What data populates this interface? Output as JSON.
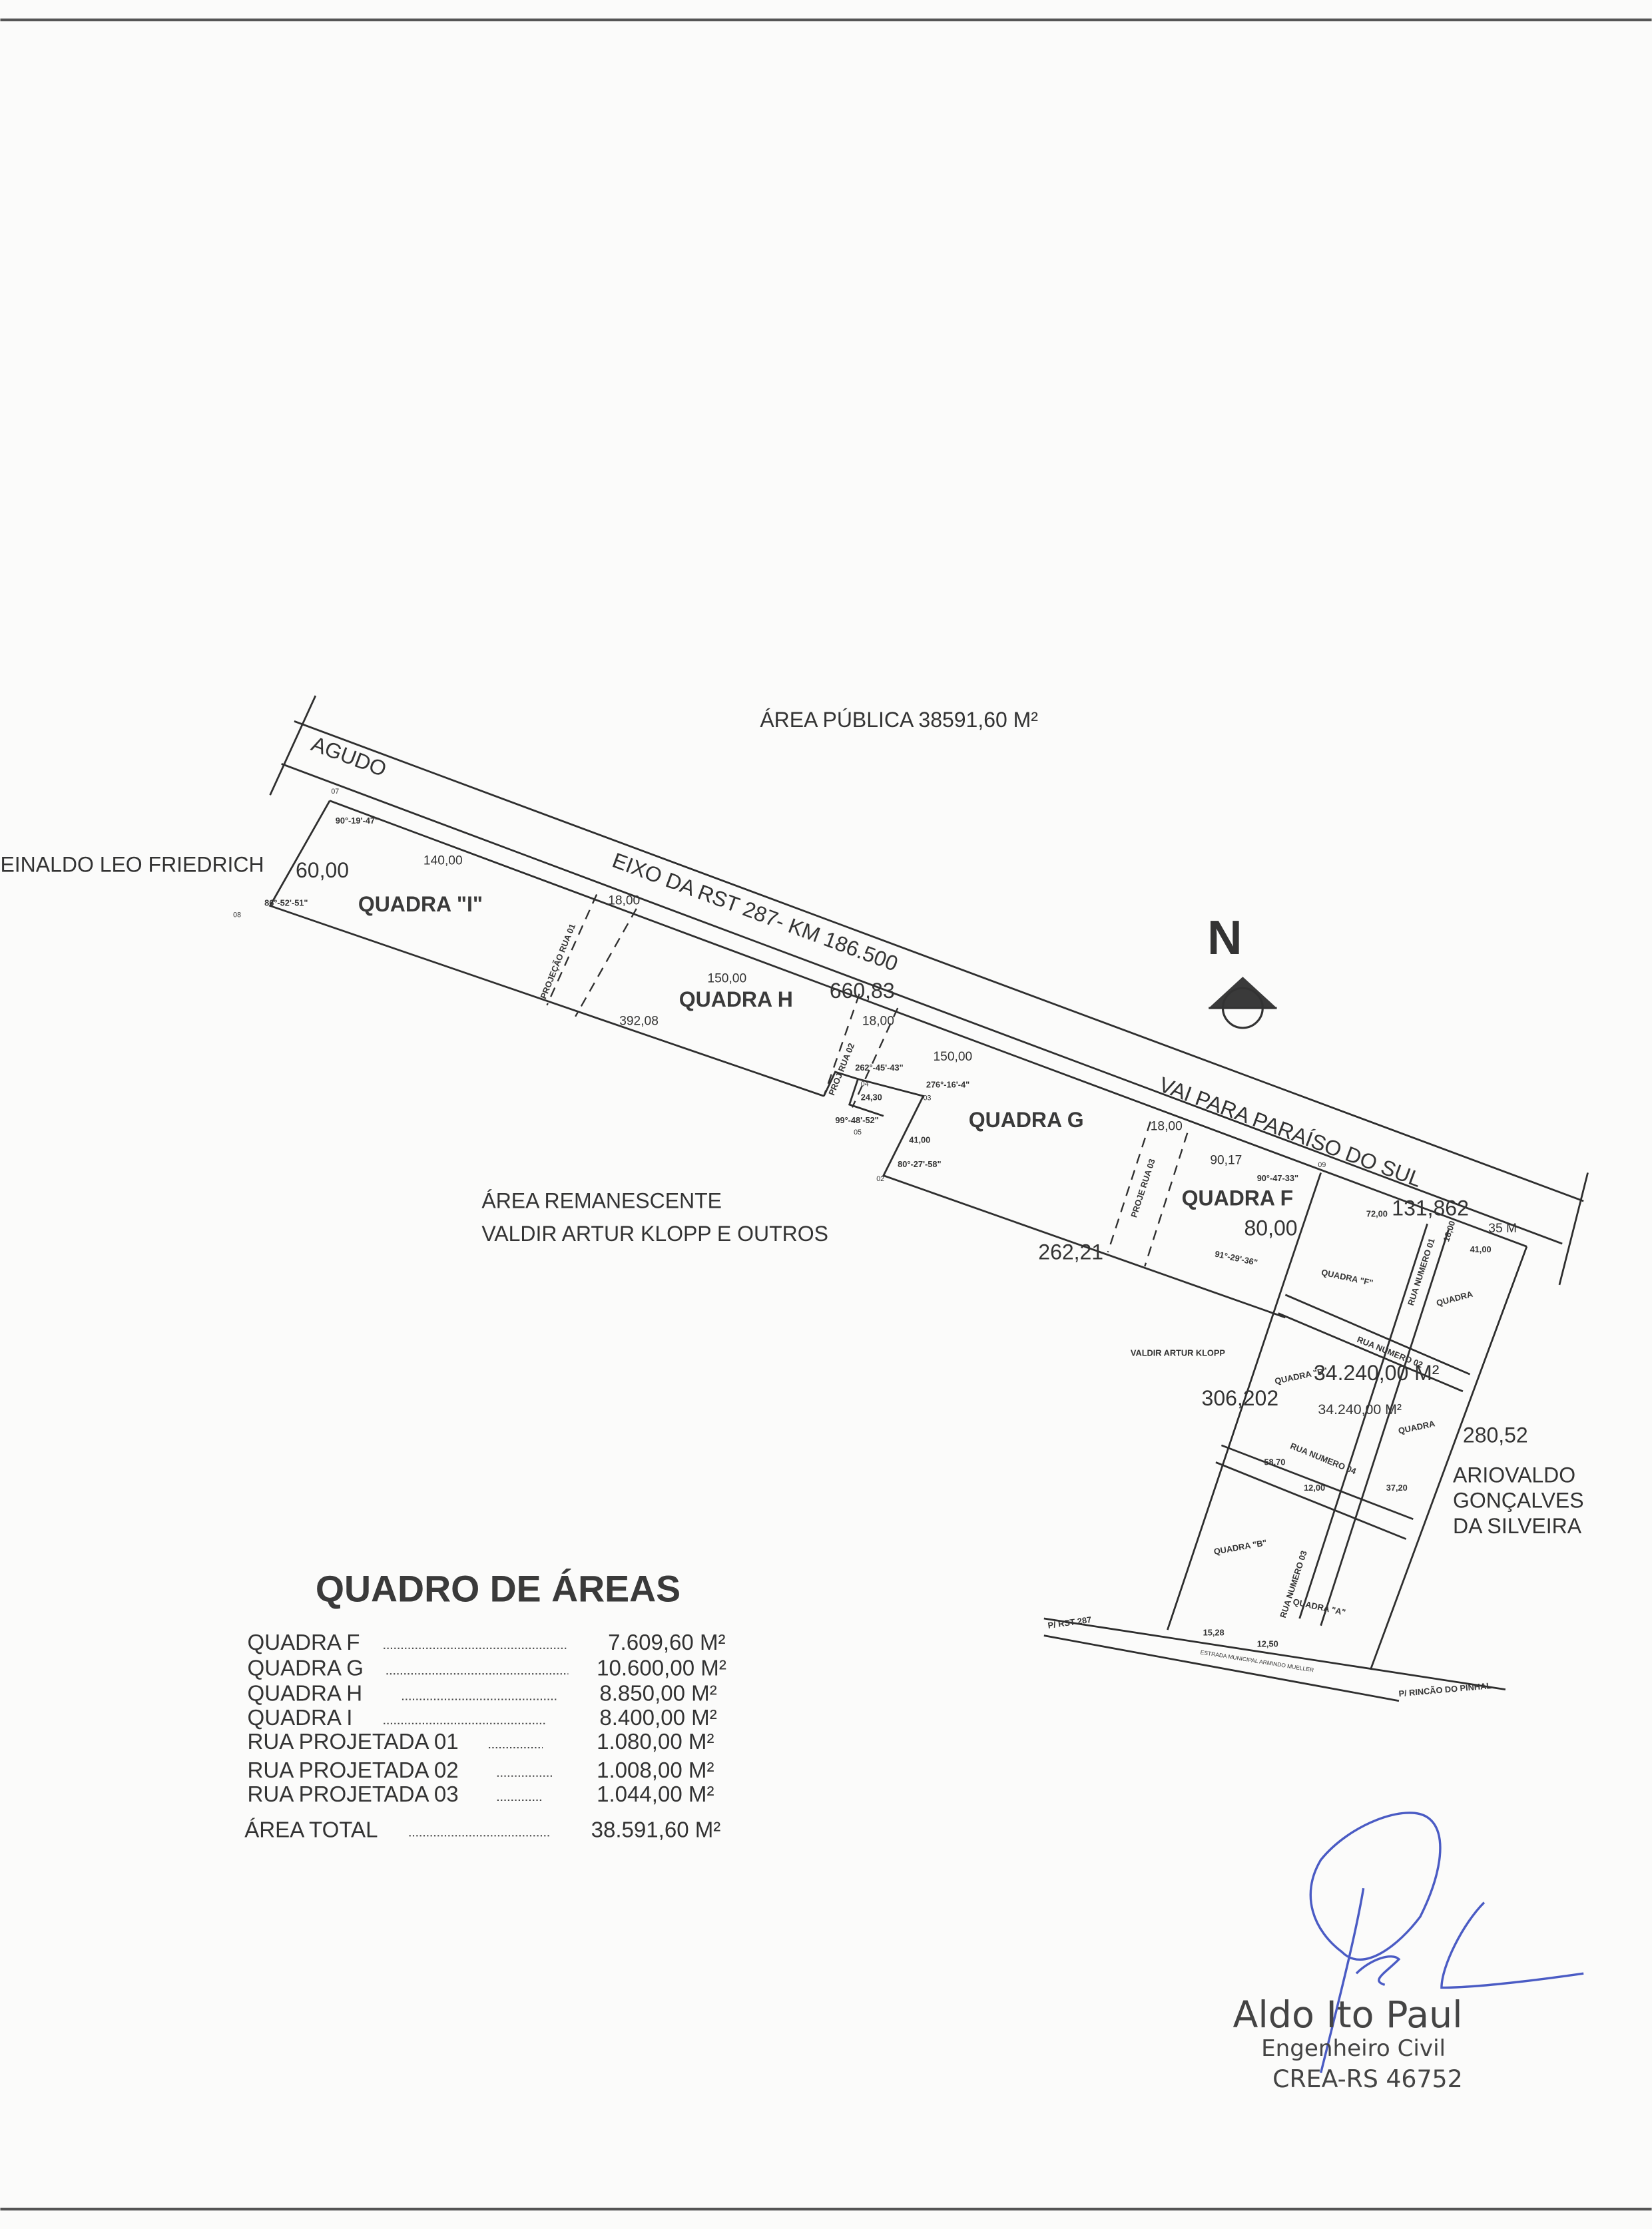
{
  "header": {
    "public_area": "ÁREA PÚBLICA 38591,60 M²"
  },
  "road": {
    "to_left": "AGUDO",
    "axis": "EIXO DA RST 287- KM 186.500",
    "to_right": "VAI PARA PARAÍSO DO SUL",
    "width": "35 M"
  },
  "neighbors": {
    "left": "EINALDO LEO FRIEDRICH",
    "remnant_1": "ÁREA REMANESCENTE",
    "remnant_2": "VALDIR ARTUR KLOPP E OUTROS",
    "valdir": "VALDIR ARTUR KLOPP",
    "right_1": "ARIOVALDO",
    "right_2": "GONÇALVES",
    "right_3": "DA SILVEIRA"
  },
  "north": {
    "label": "N"
  },
  "blocks": {
    "i": "QUADRA \"I\"",
    "h": "QUADRA H",
    "g": "QUADRA G",
    "f": "QUADRA F",
    "lower_f": "QUADRA \"F\"",
    "lower_quadra": "QUADRA",
    "lower_d": "QUADRA \"D\"",
    "lower_c": "QUADRA",
    "lower_b": "QUADRA \"B\"",
    "lower_a": "QUADRA \"A\""
  },
  "streets": {
    "rua01": "PROJEÇÃO RUA 01",
    "rua02": "PROJ RUA 02",
    "rua03": "PROJE RUA 03",
    "rua_num_01": "RUA NUMERO 01",
    "rua_num_02": "RUA NUMERO 02",
    "rua_num_03": "RUA NUMERO 03",
    "rua_num_04": "RUA NUMERO 04",
    "to_rst": "P/ RST 287",
    "to_rincao": "P/ RINCÃO DO PINHAL",
    "estrada": "ESTRADA MUNICIPAL ARMINDO MUELLER"
  },
  "measures": {
    "m60": "60,00",
    "m140": "140,00",
    "m18a": "18,00",
    "m150a": "150,00",
    "m66083": "660,83",
    "m39208": "392,08",
    "m18b": "18,00",
    "m150b": "150,00",
    "m2430": "24,30",
    "m4100": "41,00",
    "m18c": "18,00",
    "m9017": "90,17",
    "m8000": "80,00",
    "m26221": "262,21",
    "m131862": "131,862",
    "m306202": "306,202",
    "m28052": "280,52",
    "area_big": "34.240,00 M²",
    "area_small": "34.240,00 M²",
    "m4100b": "41,00",
    "m7200": "72,00",
    "m1800d": "18,00",
    "m5870": "58,70",
    "m1200": "12,00",
    "m3720": "37,20",
    "m1528": "15,28",
    "m1250": "12,50"
  },
  "angles": {
    "a07": "90°-19'-47\"",
    "a08": "86°-52'-51\"",
    "a04": "262°-45'-43\"",
    "a03": "276°-16'-4\"",
    "a05": "99°-48'-52\"",
    "a02": "80°-27'-58\"",
    "a09": "90°-47-33\"",
    "a10": "91°-29'-36\""
  },
  "vertices": {
    "v07": "07",
    "v08": "08",
    "v04": "04",
    "v03": "03",
    "v05": "05",
    "v02": "02",
    "v09": "09"
  },
  "areas_table": {
    "title": "QUADRO DE ÁREAS",
    "rows": [
      {
        "label": "QUADRA F",
        "value": "7.609,60 M²"
      },
      {
        "label": "QUADRA G",
        "value": "10.600,00 M²"
      },
      {
        "label": "QUADRA H",
        "value": "8.850,00 M²"
      },
      {
        "label": "QUADRA I",
        "value": "8.400,00 M²"
      },
      {
        "label": "RUA PROJETADA 01",
        "value": "1.080,00 M²"
      },
      {
        "label": "RUA PROJETADA 02",
        "value": "1.008,00 M²"
      },
      {
        "label": "RUA PROJETADA 03",
        "value": "1.044,00 M²"
      }
    ],
    "total": {
      "label": "ÁREA TOTAL",
      "value": "38.591,60 M²"
    }
  },
  "signature": {
    "name": "Aldo Ito Paul",
    "title": "Engenheiro Civil",
    "registry": "CREA-RS 46752",
    "ink_color": "#4a5bc4"
  }
}
